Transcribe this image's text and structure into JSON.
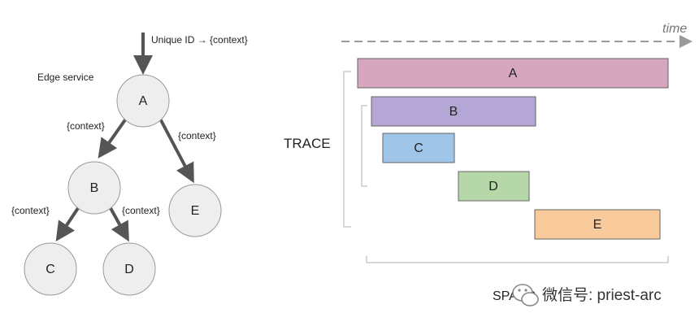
{
  "tree": {
    "edge_service_label": "Edge service",
    "incoming_label": "Unique ID → {context}",
    "context_label": "{context}",
    "nodes": {
      "a": "A",
      "b": "B",
      "c": "C",
      "d": "D",
      "e": "E"
    }
  },
  "timeline": {
    "time_label": "time",
    "trace_label": "TRACE",
    "spans": {
      "a": "A",
      "b": "B",
      "c": "C",
      "d": "D",
      "e": "E"
    },
    "span_colors": {
      "a": "#d5a6bd",
      "b": "#b4a7d6",
      "c": "#9fc5e8",
      "d": "#b6d7a8",
      "e": "#f9cb9c"
    },
    "bottom_label": "SPANS"
  },
  "watermark": {
    "icon": "wechat-icon",
    "text": "微信号: priest-arc"
  }
}
